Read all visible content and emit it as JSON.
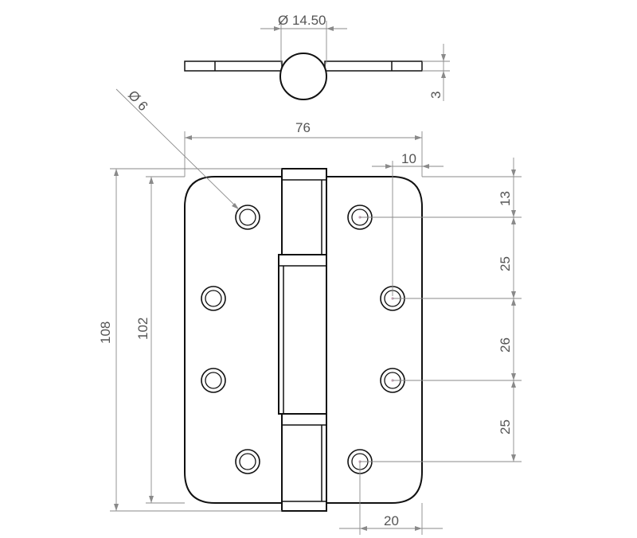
{
  "dimensions": {
    "pin_diameter": "Ø 14.50",
    "leaf_thickness": "3",
    "hole_diameter": "Ø 6",
    "leaf_width": "76",
    "hole_edge_offset": "10",
    "total_height": "108",
    "leaf_height": "102",
    "first_hole_offset": "13",
    "hole_spacing_1": "25",
    "hole_spacing_2": "26",
    "hole_spacing_3": "25",
    "hole_horizontal_offset": "20"
  }
}
